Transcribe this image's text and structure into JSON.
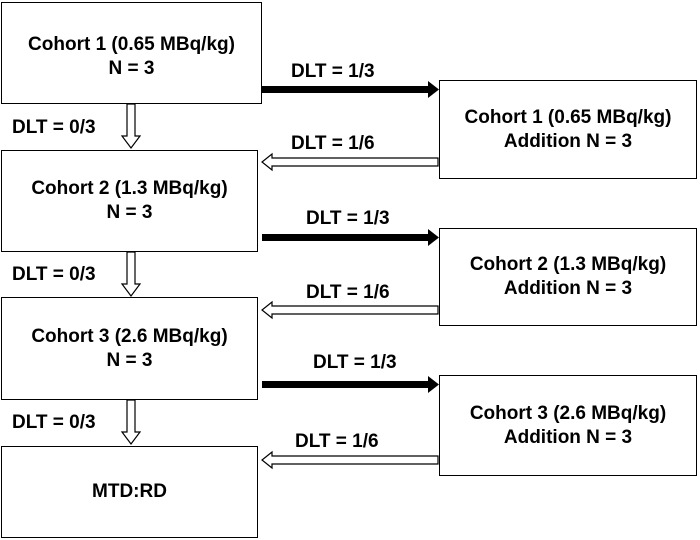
{
  "left_boxes": [
    {
      "line1": "Cohort 1 (0.65 MBq/kg)",
      "line2": "N = 3"
    },
    {
      "line1": "Cohort 2 (1.3 MBq/kg)",
      "line2": "N = 3"
    },
    {
      "line1": "Cohort 3 (2.6 MBq/kg)",
      "line2": "N = 3"
    },
    {
      "line1": "MTD:RD"
    }
  ],
  "right_boxes": [
    {
      "line1": "Cohort 1 (0.65 MBq/kg)",
      "line2": "Addition N = 3"
    },
    {
      "line1": "Cohort 2 (1.3 MBq/kg)",
      "line2": "Addition N = 3"
    },
    {
      "line1": "Cohort 3 (2.6 MBq/kg)",
      "line2": "Addition N = 3"
    }
  ],
  "labels": {
    "escalate": "DLT = 0/3",
    "expand": "DLT = 1/3",
    "return": "DLT = 1/6"
  }
}
